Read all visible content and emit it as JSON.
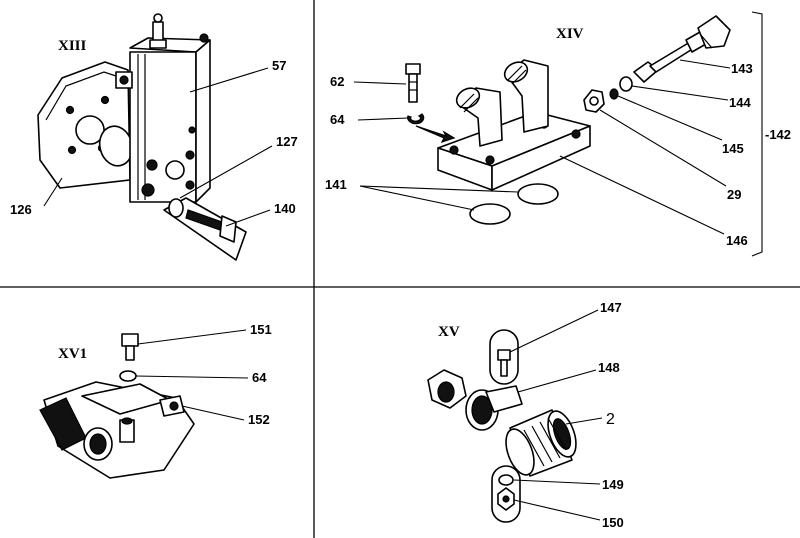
{
  "panels": {
    "xiii": {
      "title": "XIII",
      "labels": {
        "p57": "57",
        "p126": "126",
        "p127": "127",
        "p140": "140"
      }
    },
    "xiv": {
      "title": "XIV",
      "labels": {
        "p62": "62",
        "p64": "64",
        "p141": "141",
        "p143": "143",
        "p144": "144",
        "p145": "145",
        "p29": "29",
        "p146": "146",
        "p142": "-142"
      }
    },
    "xvi": {
      "title": "XV1",
      "labels": {
        "p151": "151",
        "p64": "64",
        "p152": "152"
      }
    },
    "xv": {
      "title": "XV",
      "labels": {
        "p147": "147",
        "p148": "148",
        "p2": "2",
        "p149": "149",
        "p150": "150"
      }
    }
  },
  "colors": {
    "ink": "#000000",
    "paper": "#ffffff"
  }
}
